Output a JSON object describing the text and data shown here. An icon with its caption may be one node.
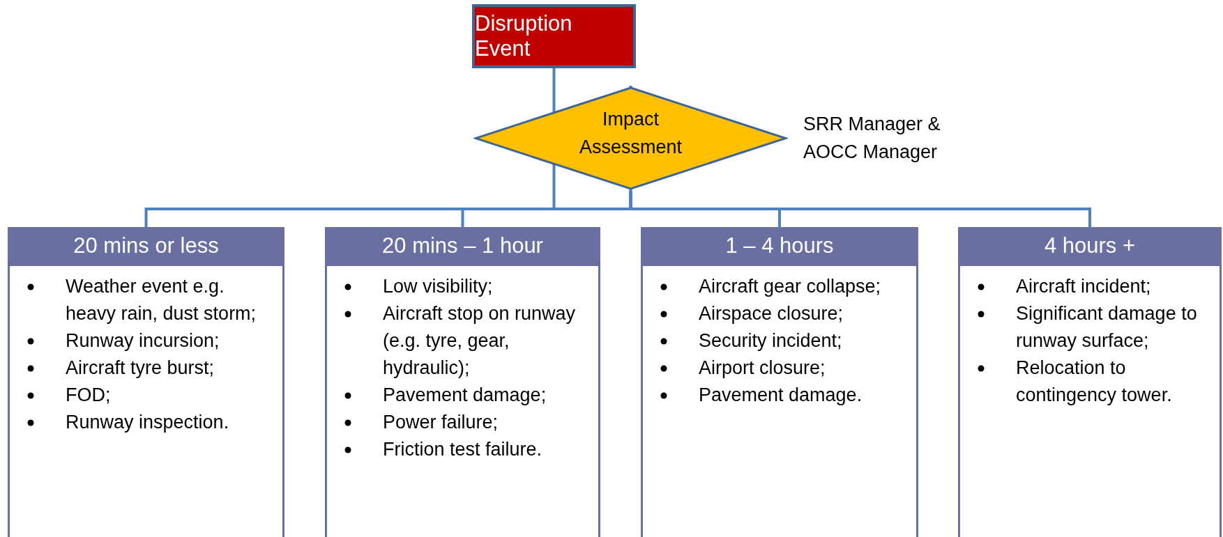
{
  "diagram": {
    "nodes": [
      {
        "text": [
          "Disruption Event"
        ]
      },
      {
        "text": [
          "Impact Assessment"
        ],
        "beside": [
          "SRR Manager & AOCC Manager"
        ]
      },
      {
        "text": [
          "20 mins or less",
          "Weather event e.g. heavy rain, dust storm;",
          "Runway incursion;",
          "Aircraft tyre burst;",
          "FOD;",
          "Runway inspection."
        ]
      },
      {
        "text": [
          "20 mins – 1 hour",
          "Low visibility;",
          "Aircraft stop on runway (e.g. tyre, gear, hydraulic);",
          "Pavement damage;",
          "Power failure;",
          "Friction test failure."
        ]
      },
      {
        "text": [
          "1 – 4 hours",
          "Aircraft gear collapse;",
          "Airspace closure;",
          "Security incident;",
          "Airport closure;",
          "Pavement damage."
        ]
      },
      {
        "text": [
          "4 hours +",
          "Aircraft incident;",
          "Significant damage to runway surface;",
          "Relocation to contingency tower."
        ]
      }
    ],
    "edges": [
      {
        "from": 0,
        "to": 1,
        "arrow": "none"
      },
      {
        "from": 1,
        "to": 2,
        "arrow": "none"
      },
      {
        "from": 1,
        "to": 3,
        "arrow": "none"
      },
      {
        "from": 1,
        "to": 4,
        "arrow": "none"
      },
      {
        "from": 1,
        "to": 5,
        "arrow": "none"
      }
    ]
  }
}
